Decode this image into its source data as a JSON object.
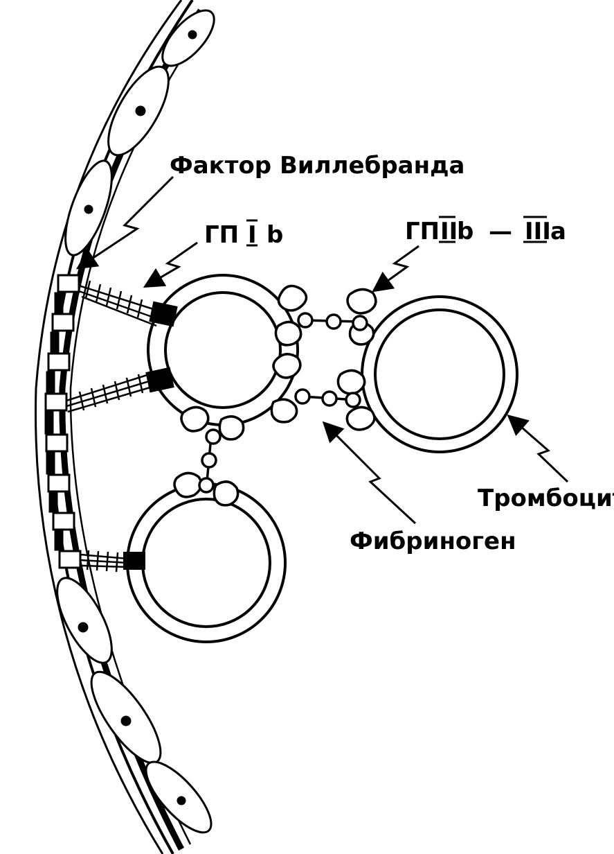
{
  "labels": {
    "von_willebrand_factor": "Фактор Виллебранда",
    "gp_ib_prefix": "ГП",
    "gp_ib_numeral": "I",
    "gp_ib_suffix": "b",
    "gp_iib_iiia_prefix": "ГП",
    "gp_iib_numeral": "II",
    "gp_iib_suffix": "b",
    "gp_dash": "—",
    "gp_iiia_numeral": "III",
    "gp_iiia_suffix": "a",
    "platelet": "Тромбоцит",
    "fibrinogen": "Фибриноген"
  },
  "colors": {
    "ink": "#000000",
    "paper": "#ffffff"
  }
}
